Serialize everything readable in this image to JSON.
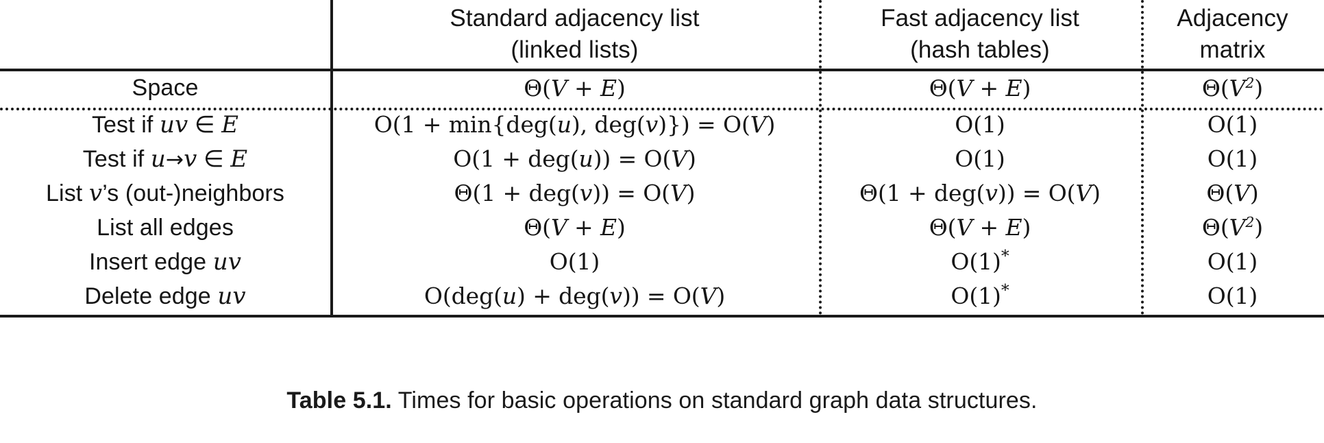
{
  "table": {
    "id_label": "Table 5.1.",
    "caption_text": "Times for basic operations on standard graph data structures.",
    "columns": [
      {
        "key": "operation",
        "header_line1": "",
        "header_line2": ""
      },
      {
        "key": "standard_adjacency_list",
        "header_line1": "Standard adjacency list",
        "header_line2": "(linked lists)"
      },
      {
        "key": "fast_adjacency_list",
        "header_line1": "Fast adjacency list",
        "header_line2": "(hash tables)"
      },
      {
        "key": "adjacency_matrix",
        "header_line1": "Adjacency",
        "header_line2": "matrix"
      }
    ],
    "rows": [
      {
        "operation": "Space",
        "standard": "Θ(V + E)",
        "fast": "Θ(V + E)",
        "matrix": "Θ(V²)"
      },
      {
        "operation": "Test if uv ∈ E",
        "standard": "O(1 + min{deg(u), deg(v)}) = O(V)",
        "fast": "O(1)",
        "matrix": "O(1)"
      },
      {
        "operation": "Test if u→v ∈ E",
        "standard": "O(1 + deg(u)) = O(V)",
        "fast": "O(1)",
        "matrix": "O(1)"
      },
      {
        "operation": "List v’s (out-)neighbors",
        "standard": "Θ(1 + deg(v)) = O(V)",
        "fast": "Θ(1 + deg(v)) = O(V)",
        "matrix": "Θ(V)"
      },
      {
        "operation": "List all edges",
        "standard": "Θ(V + E)",
        "fast": "Θ(V + E)",
        "matrix": "Θ(V²)"
      },
      {
        "operation": "Insert edge uv",
        "standard": "O(1)",
        "fast": "O(1)*",
        "matrix": "O(1)"
      },
      {
        "operation": "Delete edge uv",
        "standard": "O(deg(u) + deg(v)) = O(V)",
        "fast": "O(1)*",
        "matrix": "O(1)"
      }
    ]
  },
  "colors": {
    "ink": "#1a1a1a",
    "page": "#ffffff"
  }
}
